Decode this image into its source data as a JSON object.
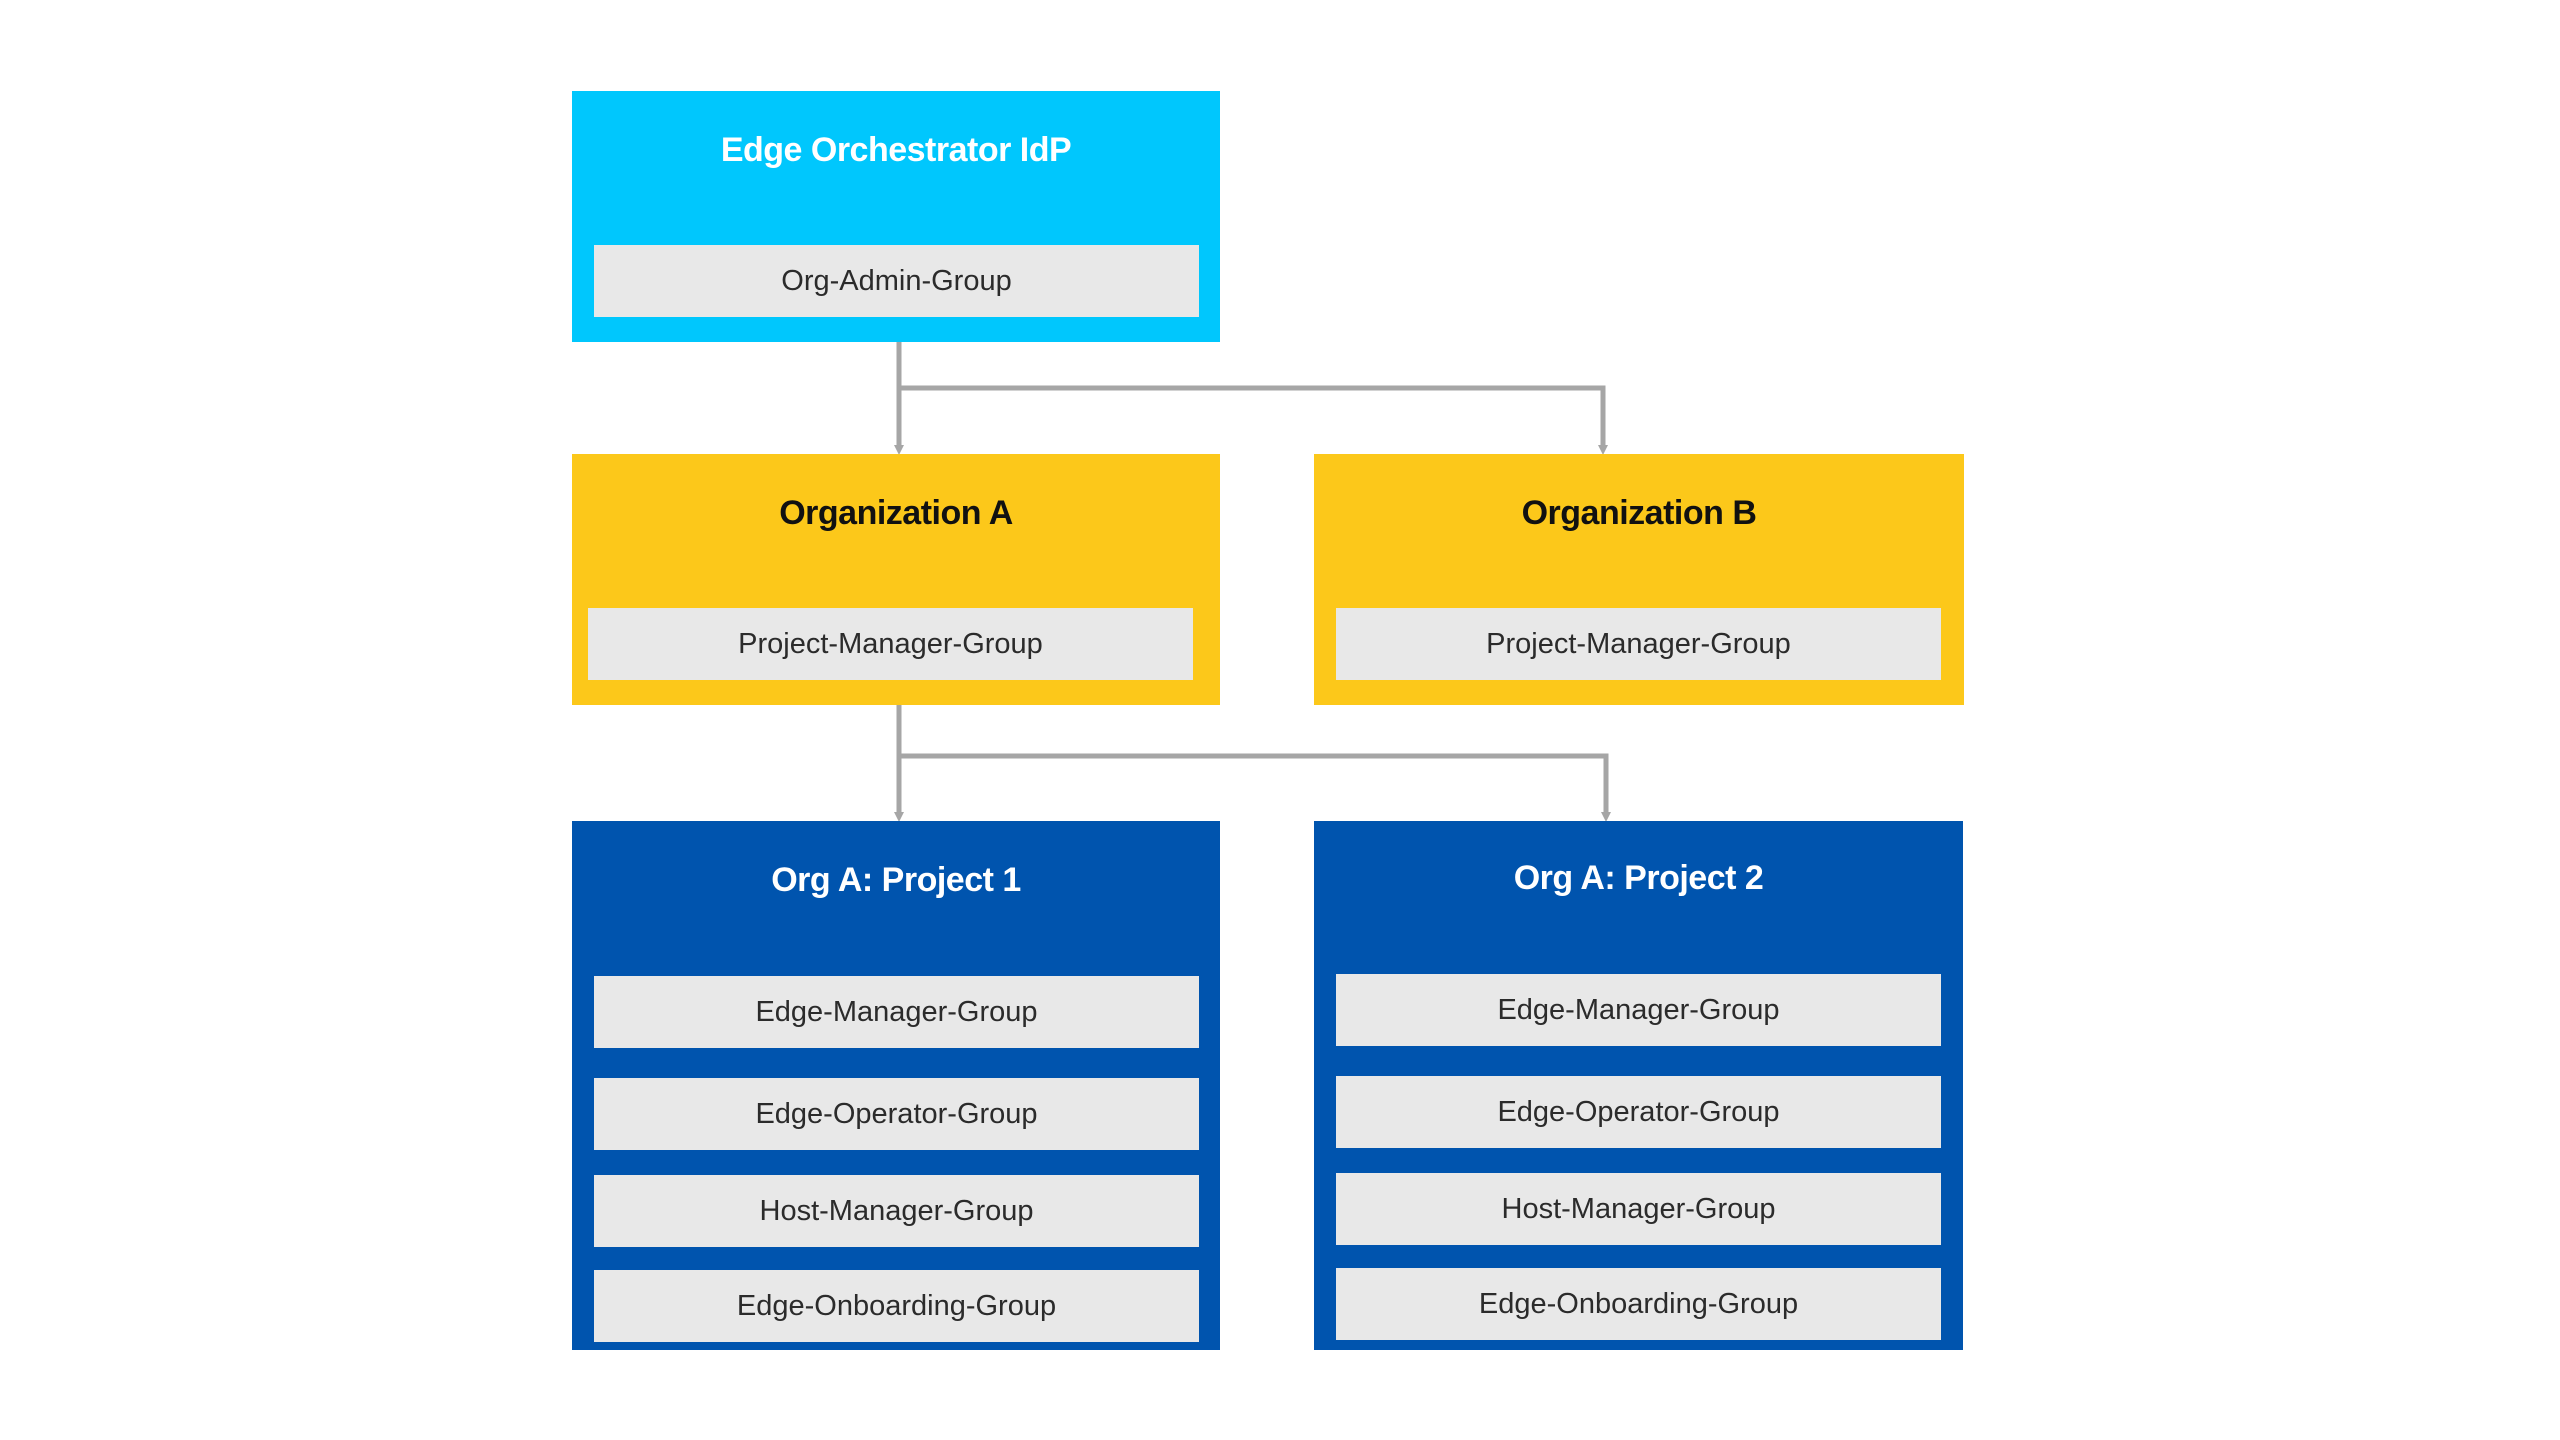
{
  "colors": {
    "idp": "#00c7fd",
    "organization": "#fcc81a",
    "project": "#0054ae",
    "group": "#e8e8e8",
    "connector": "#a6a6a6"
  },
  "idp": {
    "title": "Edge Orchestrator IdP",
    "groups": [
      "Org-Admin-Group"
    ]
  },
  "organizations": [
    {
      "title": "Organization A",
      "groups": [
        "Project-Manager-Group"
      ]
    },
    {
      "title": "Organization B",
      "groups": [
        "Project-Manager-Group"
      ]
    }
  ],
  "projects": [
    {
      "title": "Org A: Project 1",
      "groups": [
        "Edge-Manager-Group",
        "Edge-Operator-Group",
        "Host-Manager-Group",
        "Edge-Onboarding-Group"
      ]
    },
    {
      "title": "Org A: Project 2",
      "groups": [
        "Edge-Manager-Group",
        "Edge-Operator-Group",
        "Host-Manager-Group",
        "Edge-Onboarding-Group"
      ]
    }
  ]
}
